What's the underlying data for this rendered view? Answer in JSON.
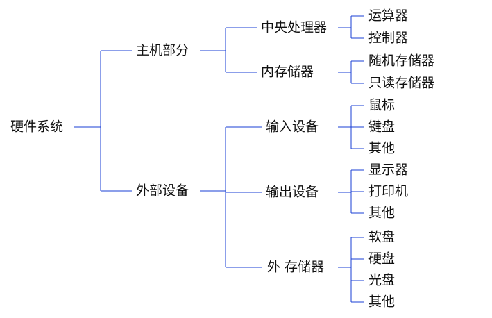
{
  "diagram": {
    "colors": {
      "line": "#1a3fd6",
      "text": "#111111",
      "background": "#ffffff"
    },
    "root": {
      "label": "硬件系统",
      "children": [
        {
          "label": "主机部分",
          "children": [
            {
              "label": "中央处理器",
              "children": [
                {
                  "label": "运算器"
                },
                {
                  "label": "控制器"
                }
              ]
            },
            {
              "label": "内存储器",
              "children": [
                {
                  "label": "随机存储器"
                },
                {
                  "label": "只读存储器"
                }
              ]
            }
          ]
        },
        {
          "label": "外部设备",
          "children": [
            {
              "label": "输入设备",
              "children": [
                {
                  "label": "鼠标"
                },
                {
                  "label": "键盘"
                },
                {
                  "label": "其他"
                }
              ]
            },
            {
              "label": "输出设备",
              "children": [
                {
                  "label": "显示器"
                },
                {
                  "label": "打印机"
                },
                {
                  "label": "其他"
                }
              ]
            },
            {
              "label": "外 存储器",
              "children": [
                {
                  "label": "软盘"
                },
                {
                  "label": "硬盘"
                },
                {
                  "label": "光盘"
                },
                {
                  "label": "其他"
                }
              ]
            }
          ]
        }
      ]
    }
  }
}
